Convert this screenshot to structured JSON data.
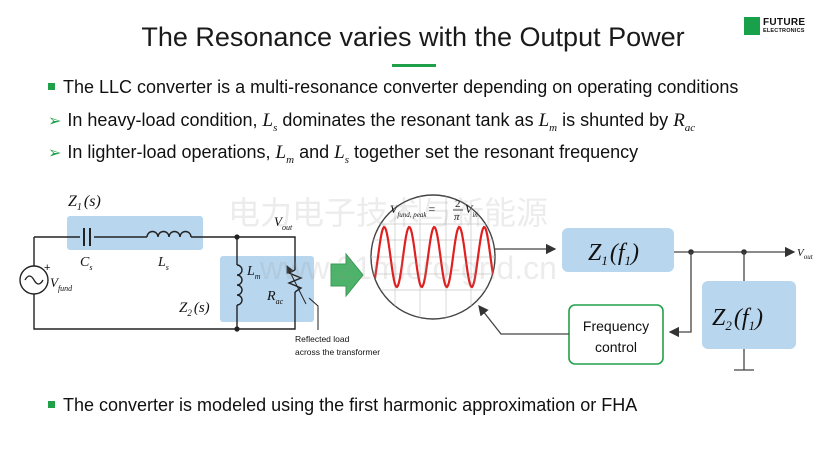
{
  "title": "The Resonance varies with the Output Power",
  "logo": {
    "line1": "FUTURE",
    "line2": "ELECTRONICS",
    "brand_color": "#18a04a"
  },
  "bullets": {
    "b1": "The LLC converter is a multi-resonance converter depending on operating conditions",
    "b2": {
      "t1": "In heavy-load condition, ",
      "m1": "L",
      "m1sub": "s",
      "t2": " dominates the resonant tank as ",
      "m2": "L",
      "m2sub": "m",
      "t3": " is shunted by ",
      "m3": "R",
      "m3sub": "ac"
    },
    "b3": {
      "t1": "In lighter-load operations, ",
      "m1": "L",
      "m1sub": "m",
      "t2": " and ",
      "m2": "L",
      "m2sub": "s",
      "t3": " together set the resonant frequency"
    },
    "b4": "The converter is modeled using the first harmonic approximation or FHA"
  },
  "circuit": {
    "z1_label": "Z",
    "z1_sub": "1",
    "z1_arg": "(s)",
    "vout": "V",
    "vout_sub": "out",
    "cs": "C",
    "cs_sub": "s",
    "ls": "L",
    "ls_sub": "s",
    "lm": "L",
    "lm_sub": "m",
    "rac": "R",
    "rac_sub": "ac",
    "z2_label": "Z",
    "z2_sub": "2",
    "z2_arg": "(s)",
    "vfund": "V",
    "vfund_sub": "fund",
    "plus": "+",
    "reflected1": "Reflected load",
    "reflected2": "across the transformer"
  },
  "waveform": {
    "eq_v": "V",
    "eq_sub": "fund, peak",
    "eq_eq": "=",
    "eq_num": "2",
    "eq_den": "π",
    "eq_v2": "V",
    "eq_v2_sub": "in"
  },
  "block": {
    "z1f": "Z",
    "z1f_sub": "1",
    "z1f_arg": "(f",
    "z1f_argsub": "1",
    "z1f_close": ")",
    "z2f": "Z",
    "z2f_sub": "2",
    "z2f_arg": "(f",
    "z2f_argsub": "1",
    "z2f_close": ")",
    "freq1": "Frequency",
    "freq2": "control",
    "vout": "V",
    "vout_sub": "out"
  },
  "watermark": {
    "line1": "电力电子技术与新能源",
    "line2": "www.21micro-grid.cn"
  },
  "colors": {
    "accent": "#21a04a",
    "block_fill": "#b8d6ee",
    "wave": "#e02020",
    "box_border": "#21a04a"
  }
}
